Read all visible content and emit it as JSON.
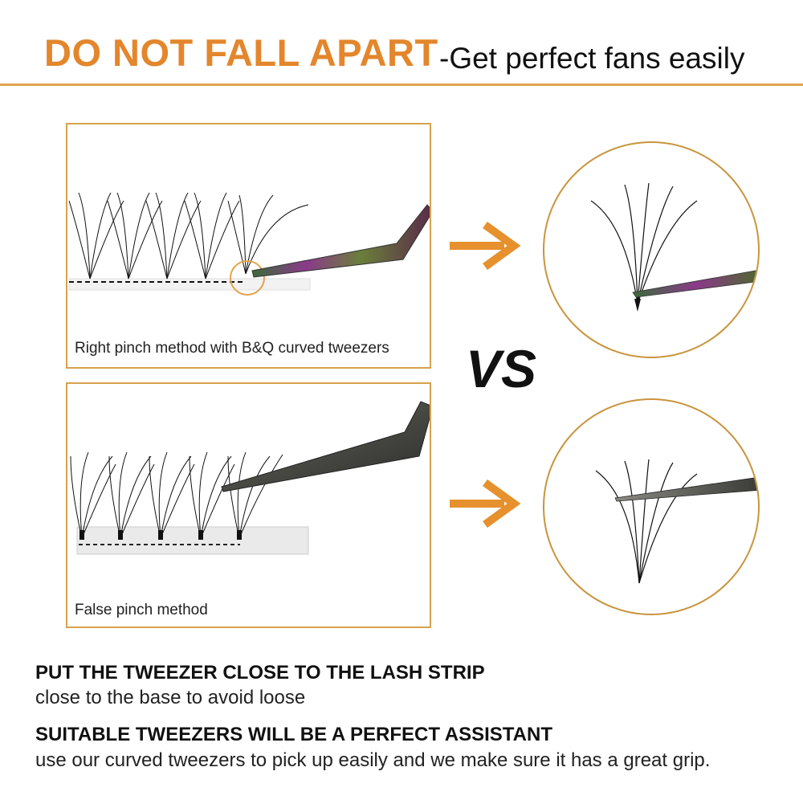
{
  "header": {
    "title": "DO NOT FALL APART",
    "subtitle": "-Get perfect fans easily"
  },
  "panels": {
    "right": {
      "caption": "Right pinch method with B&Q curved tweezers"
    },
    "false": {
      "caption": "False pinch method"
    }
  },
  "vs_label": "VS",
  "tips": [
    {
      "heading": "PUT THE TWEEZER CLOSE TO THE LASH STRIP",
      "text": "close to the base to avoid loose"
    },
    {
      "heading": "SUITABLE TWEEZERS WILL BE A PERFECT ASSISTANT",
      "text": "use our curved tweezers to pick up easily and we make sure it has a great grip."
    }
  ],
  "colors": {
    "accent": "#e3862c",
    "border": "#d7a24c",
    "text": "#111111"
  }
}
